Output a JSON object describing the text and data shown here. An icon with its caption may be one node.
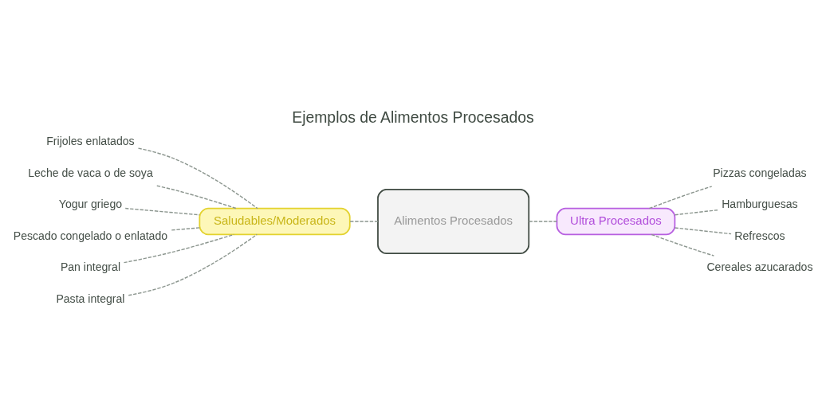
{
  "diagram": {
    "title": "Ejemplos de Alimentos Procesados",
    "nodes": [
      {
        "text": [
          "Saludables/Moderados"
        ]
      },
      {
        "text": [
          "Frijoles enlatados"
        ]
      },
      {
        "text": [
          "Leche de vaca o de soya"
        ]
      },
      {
        "text": [
          "Yogur griego"
        ]
      },
      {
        "text": [
          "Pescado congelado o enlatado"
        ]
      },
      {
        "text": [
          "Pan integral"
        ]
      },
      {
        "text": [
          "Pasta integral"
        ]
      },
      {
        "text": [
          "Alimentos Procesados"
        ]
      },
      {
        "text": [
          "Ultra Procesados"
        ]
      },
      {
        "text": [
          "Pizzas congeladas"
        ]
      },
      {
        "text": [
          "Hamburguesas"
        ]
      },
      {
        "text": [
          "Refrescos"
        ]
      },
      {
        "text": [
          "Cereales azucarados"
        ]
      }
    ],
    "edges": [
      {
        "from": 0,
        "to": 7,
        "arrow": "none",
        "style": "dashed"
      },
      {
        "from": 7,
        "to": 8,
        "arrow": "none",
        "style": "dashed"
      },
      {
        "from": 1,
        "to": 0,
        "arrow": "none",
        "style": "dashed"
      },
      {
        "from": 2,
        "to": 0,
        "arrow": "none",
        "style": "dashed"
      },
      {
        "from": 3,
        "to": 0,
        "arrow": "none",
        "style": "dashed"
      },
      {
        "from": 4,
        "to": 0,
        "arrow": "none",
        "style": "dashed"
      },
      {
        "from": 5,
        "to": 0,
        "arrow": "none",
        "style": "dashed"
      },
      {
        "from": 6,
        "to": 0,
        "arrow": "none",
        "style": "dashed"
      },
      {
        "from": 8,
        "to": 9,
        "arrow": "none",
        "style": "dashed"
      },
      {
        "from": 8,
        "to": 10,
        "arrow": "none",
        "style": "dashed"
      },
      {
        "from": 8,
        "to": 11,
        "arrow": "none",
        "style": "dashed"
      },
      {
        "from": 8,
        "to": 12,
        "arrow": "none",
        "style": "dashed"
      }
    ]
  }
}
